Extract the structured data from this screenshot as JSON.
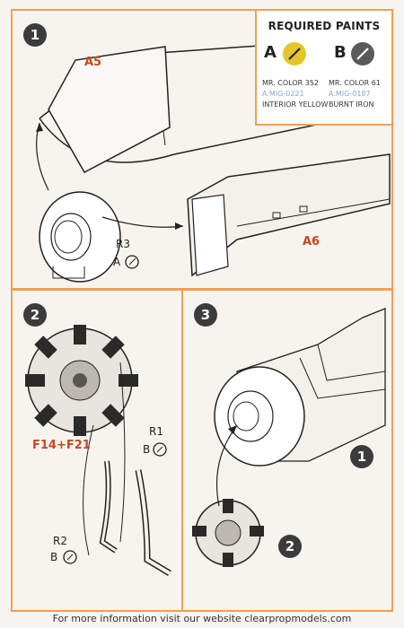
{
  "steps": {
    "one": "1",
    "two": "2",
    "three": "3"
  },
  "paints": {
    "title": "REQUIRED PAINTS",
    "a": {
      "letter": "A",
      "name": "MR. COLOR 352",
      "code": "A.MIG-0221",
      "desc": "INTERIOR YELLOW",
      "color": "#e5c52b"
    },
    "b": {
      "letter": "B",
      "name": "MR. COLOR 61",
      "code": "A.MIG-0187",
      "desc": "BURNT IRON",
      "color": "#5a5a5a"
    }
  },
  "step1": {
    "part_a5": "A5",
    "part_a6": "A6",
    "r3": "R3",
    "r3_paint": "A"
  },
  "step2": {
    "engine": "F14+F21",
    "r1": "R1",
    "r1_paint": "B",
    "r2": "R2",
    "r2_paint": "B"
  },
  "step3": {
    "callout1": "1",
    "callout2": "2"
  },
  "footer": "For more information visit our website clearpropmodels.com"
}
